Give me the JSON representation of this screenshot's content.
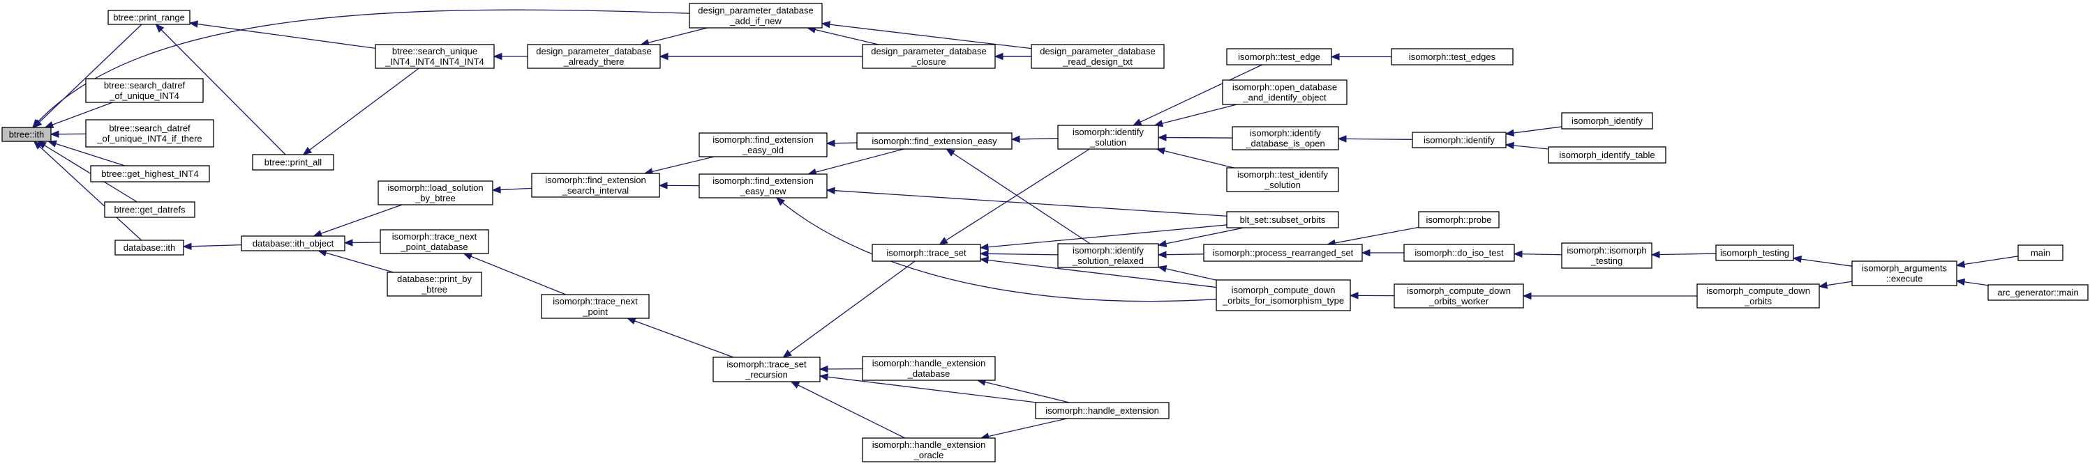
{
  "nodes": [
    {
      "id": "ith",
      "lines": [
        "btree::ith"
      ],
      "root": true
    },
    {
      "id": "print_range",
      "lines": [
        "btree::print_range"
      ]
    },
    {
      "id": "search_datref",
      "lines": [
        "btree::search_datref",
        "_of_unique_INT4"
      ]
    },
    {
      "id": "search_datref_if",
      "lines": [
        "btree::search_datref",
        "_of_unique_INT4_if_there"
      ]
    },
    {
      "id": "get_highest",
      "lines": [
        "btree::get_highest_INT4"
      ]
    },
    {
      "id": "get_datrefs",
      "lines": [
        "btree::get_datrefs"
      ]
    },
    {
      "id": "database_ith",
      "lines": [
        "database::ith"
      ]
    },
    {
      "id": "print_all",
      "lines": [
        "btree::print_all"
      ]
    },
    {
      "id": "search_unique",
      "lines": [
        "btree::search_unique",
        "_INT4_INT4_INT4_INT4"
      ]
    },
    {
      "id": "dpd_already",
      "lines": [
        "design_parameter_database",
        "_already_there"
      ]
    },
    {
      "id": "dpd_add",
      "lines": [
        "design_parameter_database",
        "_add_if_new"
      ]
    },
    {
      "id": "dpd_closure",
      "lines": [
        "design_parameter_database",
        "_closure"
      ]
    },
    {
      "id": "dpd_read",
      "lines": [
        "design_parameter_database",
        "_read_design_txt"
      ]
    },
    {
      "id": "ith_object",
      "lines": [
        "database::ith_object"
      ]
    },
    {
      "id": "load_solution",
      "lines": [
        "isomorph::load_solution",
        "_by_btree"
      ]
    },
    {
      "id": "trace_next_db",
      "lines": [
        "isomorph::trace_next",
        "_point_database"
      ]
    },
    {
      "id": "print_by_btree",
      "lines": [
        "database::print_by",
        "_btree"
      ]
    },
    {
      "id": "trace_next_point",
      "lines": [
        "isomorph::trace_next",
        "_point"
      ]
    },
    {
      "id": "find_ext_search",
      "lines": [
        "isomorph::find_extension",
        "_search_interval"
      ]
    },
    {
      "id": "find_ext_old",
      "lines": [
        "isomorph::find_extension",
        "_easy_old"
      ]
    },
    {
      "id": "find_ext_new",
      "lines": [
        "isomorph::find_extension",
        "_easy_new"
      ]
    },
    {
      "id": "find_ext_easy",
      "lines": [
        "isomorph::find_extension_easy"
      ]
    },
    {
      "id": "trace_set",
      "lines": [
        "isomorph::trace_set"
      ]
    },
    {
      "id": "trace_set_rec",
      "lines": [
        "isomorph::trace_set",
        "_recursion"
      ]
    },
    {
      "id": "handle_ext_db",
      "lines": [
        "isomorph::handle_extension",
        "_database"
      ]
    },
    {
      "id": "handle_ext_oracle",
      "lines": [
        "isomorph::handle_extension",
        "_oracle"
      ]
    },
    {
      "id": "handle_ext",
      "lines": [
        "isomorph::handle_extension"
      ]
    },
    {
      "id": "identify_solution",
      "lines": [
        "isomorph::identify",
        "_solution"
      ]
    },
    {
      "id": "identify_relaxed",
      "lines": [
        "isomorph::identify",
        "_solution_relaxed"
      ]
    },
    {
      "id": "test_edge",
      "lines": [
        "isomorph::test_edge"
      ]
    },
    {
      "id": "test_edges",
      "lines": [
        "isomorph::test_edges"
      ]
    },
    {
      "id": "open_database",
      "lines": [
        "isomorph::open_database",
        "_and_identify_object"
      ]
    },
    {
      "id": "identify_db_open",
      "lines": [
        "isomorph::identify",
        "_database_is_open"
      ]
    },
    {
      "id": "test_identify",
      "lines": [
        "isomorph::test_identify",
        "_solution"
      ]
    },
    {
      "id": "subset_orbits",
      "lines": [
        "blt_set::subset_orbits"
      ]
    },
    {
      "id": "process_rearranged",
      "lines": [
        "isomorph::process_rearranged_set"
      ]
    },
    {
      "id": "compute_down_orbits_type",
      "lines": [
        "isomorph_compute_down",
        "_orbits_for_isomorphism_type"
      ]
    },
    {
      "id": "identify",
      "lines": [
        "isomorph::identify"
      ]
    },
    {
      "id": "isomorph_identify",
      "lines": [
        "isomorph_identify"
      ]
    },
    {
      "id": "isomorph_identify_table",
      "lines": [
        "isomorph_identify_table"
      ]
    },
    {
      "id": "probe",
      "lines": [
        "isomorph::probe"
      ]
    },
    {
      "id": "do_iso_test",
      "lines": [
        "isomorph::do_iso_test"
      ]
    },
    {
      "id": "isomorph_testing_m",
      "lines": [
        "isomorph::isomorph",
        "_testing"
      ]
    },
    {
      "id": "isomorph_testing",
      "lines": [
        "isomorph_testing"
      ]
    },
    {
      "id": "compute_down_worker",
      "lines": [
        "isomorph_compute_down",
        "_orbits_worker"
      ]
    },
    {
      "id": "compute_down_orbits",
      "lines": [
        "isomorph_compute_down",
        "_orbits"
      ]
    },
    {
      "id": "isomorph_arguments",
      "lines": [
        "isomorph_arguments",
        "::execute"
      ]
    },
    {
      "id": "main",
      "lines": [
        "main"
      ]
    },
    {
      "id": "arc_main",
      "lines": [
        "arc_generator::main"
      ]
    }
  ]
}
